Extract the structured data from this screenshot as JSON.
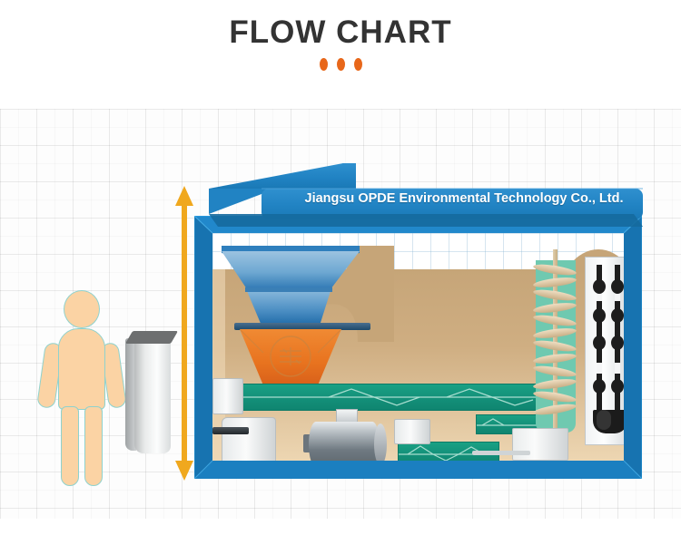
{
  "header": {
    "title": "FLOW CHART",
    "dots_count": 3,
    "dot_color": "#e8671a",
    "title_color": "#333333"
  },
  "banner": {
    "company_name": "Jiangsu OPDE Environmental Technology Co., Ltd.",
    "banner_color": "#1b7fc0",
    "text_color": "#ffffff"
  },
  "diagram": {
    "name": "equipment-flow-diagram",
    "machine_frame_color": "#1b7fc0",
    "interior_material_color": "#c6a578",
    "height_arrow_color": "#f0a81e",
    "components": [
      {
        "id": "operator-figure",
        "label": "operator-scale-figure",
        "color": "#fbd3a4"
      },
      {
        "id": "control-panel",
        "label": "control-panel",
        "color": "#e8eaea"
      },
      {
        "id": "height-arrow",
        "label": "height-dimension-arrow",
        "color": "#f0a81e"
      },
      {
        "id": "blue-hopper",
        "label": "feed-hopper",
        "color": "#3f86c2"
      },
      {
        "id": "chute-plate",
        "label": "discharge-chute-plate",
        "color": "#1e4a6c"
      },
      {
        "id": "orange-hopper",
        "label": "mixing-hopper",
        "color": "#ea7526"
      },
      {
        "id": "green-conveyor-main",
        "label": "main-screw-conveyor",
        "color": "#14917a"
      },
      {
        "id": "green-conveyor-mid",
        "label": "secondary-conveyor",
        "color": "#14917a"
      },
      {
        "id": "green-conveyor-low",
        "label": "lower-conveyor",
        "color": "#14917a"
      },
      {
        "id": "motor",
        "label": "drive-motor",
        "color": "#707a82"
      },
      {
        "id": "gearbox",
        "label": "gearbox-unit",
        "color": "#e6e9ea"
      },
      {
        "id": "screw-elevator",
        "label": "vertical-screw-elevator",
        "color": "#6fc9b0"
      },
      {
        "id": "bucket-elevator",
        "label": "chain-bucket-elevator",
        "color": "#1d1d1d"
      }
    ]
  }
}
